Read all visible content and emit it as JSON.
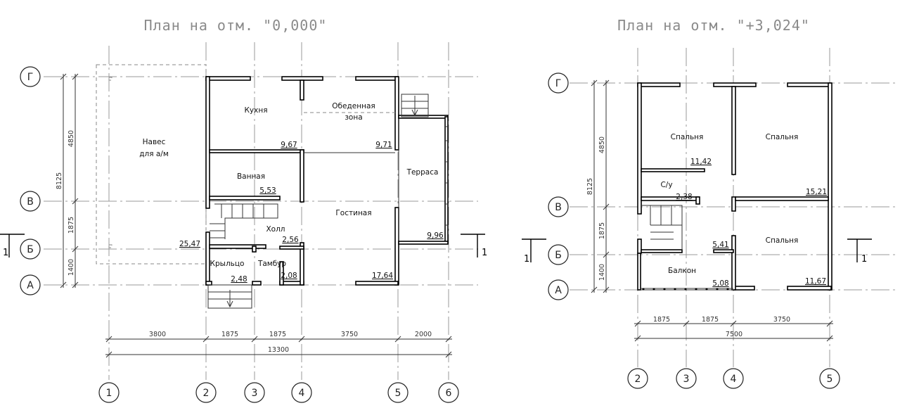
{
  "plan1": {
    "title": "План на отм. \"0,000\"",
    "rooms": [
      "Навес",
      "для а/м",
      "Кухня",
      "Обеденная",
      "зона",
      "Ванная",
      "Гостиная",
      "Терраса",
      "Холл",
      "Крыльцо",
      "Тамбур"
    ],
    "areas": [
      "9,67",
      "9,71",
      "5,53",
      "25,47",
      "2,56",
      "9,96",
      "2,08",
      "17,64",
      "2,48"
    ],
    "dims_bottom": [
      "3800",
      "1875",
      "1875",
      "3750",
      "2000"
    ],
    "dim_total": "13300",
    "dims_left": [
      "4850",
      "1875",
      "1400"
    ],
    "dim_left_total": "8125",
    "axes_letters": [
      "Г",
      "В",
      "Б",
      "А"
    ],
    "axes_numbers": [
      "1",
      "2",
      "3",
      "4",
      "5",
      "6"
    ],
    "cut_label": "1"
  },
  "plan2": {
    "title": "План на отм. \"+3,024\"",
    "rooms": [
      "Спальня",
      "Спальня",
      "С/у",
      "Спальня",
      "Балкон"
    ],
    "areas": [
      "11,42",
      "15,21",
      "2,38",
      "5,41",
      "5,08",
      "11,67"
    ],
    "dims_bottom": [
      "1875",
      "1875",
      "3750"
    ],
    "dim_total": "7500",
    "dims_left": [
      "4850",
      "1875",
      "1400"
    ],
    "dim_left_total": "8125",
    "axes_letters": [
      "Г",
      "В",
      "Б",
      "А"
    ],
    "axes_numbers": [
      "2",
      "3",
      "4",
      "5"
    ],
    "cut_label": "1"
  }
}
